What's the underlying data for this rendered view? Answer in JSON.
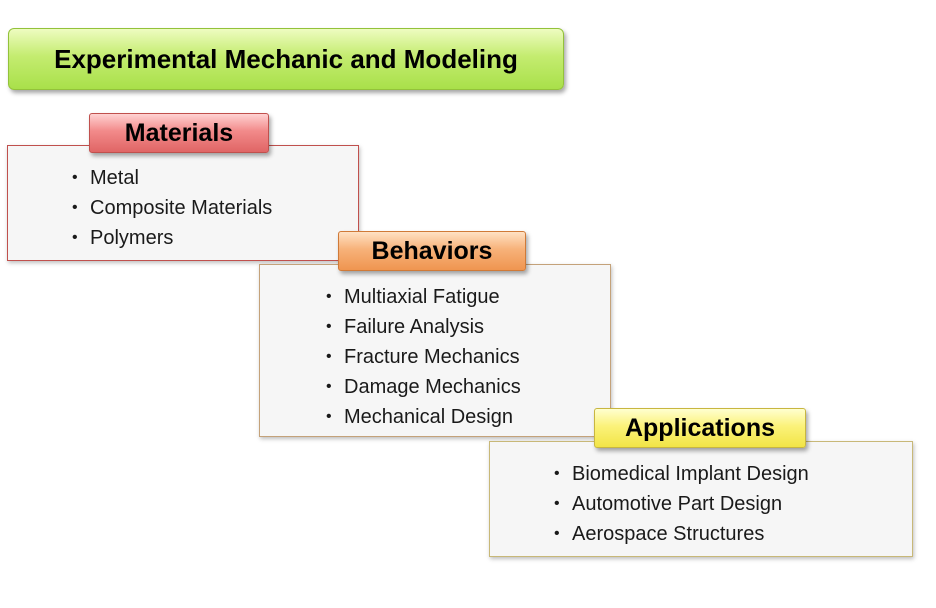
{
  "title": "Experimental Mechanic and Modeling",
  "sections": [
    {
      "label": "Materials",
      "items": [
        "Metal",
        "Composite Materials",
        "Polymers"
      ]
    },
    {
      "label": "Behaviors",
      "items": [
        "Multiaxial Fatigue",
        "Failure Analysis",
        "Fracture Mechanics",
        "Damage Mechanics",
        "Mechanical Design"
      ]
    },
    {
      "label": "Applications",
      "items": [
        "Biomedical Implant Design",
        "Automotive Part Design",
        "Aerospace Structures"
      ]
    }
  ],
  "colors": {
    "title": "#b5e655",
    "materials": "#ec7a7a",
    "behaviors": "#f4a466",
    "applications": "#f8ec5c"
  }
}
